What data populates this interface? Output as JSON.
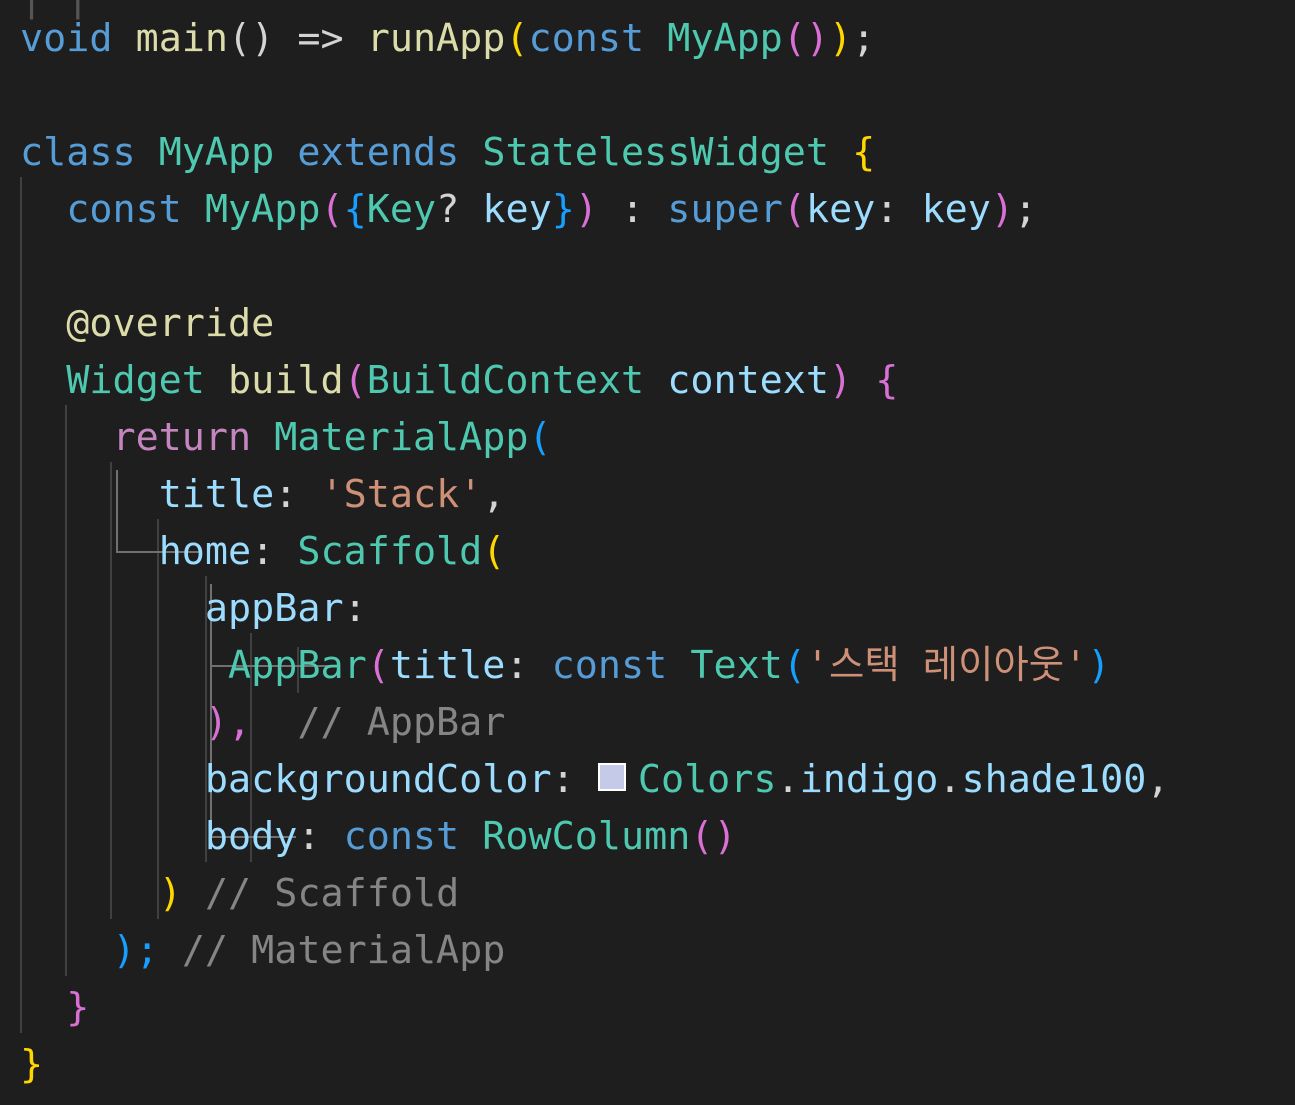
{
  "editor": {
    "swatch_color": "#c5cae9",
    "cut_line_fragment": "  |   |  ",
    "lines": {
      "l1": [
        "void",
        "main",
        "() => ",
        "runApp",
        "(",
        "const",
        " ",
        "MyApp",
        "()",
        ")",
        ";"
      ],
      "l2": [
        "class",
        "MyApp",
        "extends",
        "StatelessWidget",
        "{"
      ],
      "l3": [
        "const",
        "MyApp",
        "(",
        "{",
        "Key",
        "? ",
        "key",
        "}",
        ")",
        " : ",
        "super",
        "(",
        "key",
        ": ",
        "key",
        ")",
        ";"
      ],
      "l4": [
        "@override"
      ],
      "l5": [
        "Widget",
        "build",
        "(",
        "BuildContext",
        "context",
        ")",
        "{"
      ],
      "l6": [
        "return",
        "MaterialApp",
        "("
      ],
      "l7": [
        "title",
        ": ",
        "'Stack'",
        ","
      ],
      "l8": [
        "home",
        ": ",
        "Scaffold",
        "("
      ],
      "l9": [
        "appBar",
        ":"
      ],
      "l10": [
        "AppBar",
        "(",
        "title",
        ": ",
        "const",
        " ",
        "Text",
        "(",
        "'스택 레이아웃'",
        ")"
      ],
      "l11": [
        "),",
        "// AppBar"
      ],
      "l12": [
        "backgroundColor",
        ": ",
        "Colors",
        ".",
        "indigo",
        ".",
        "shade100",
        ","
      ],
      "l13": [
        "body",
        ": ",
        "const",
        " ",
        "RowColumn",
        "()"
      ],
      "l14": [
        ")",
        "// Scaffold"
      ],
      "l15": [
        ");",
        "// MaterialApp"
      ],
      "l16": [
        "}"
      ],
      "l17": [
        "}"
      ]
    }
  }
}
